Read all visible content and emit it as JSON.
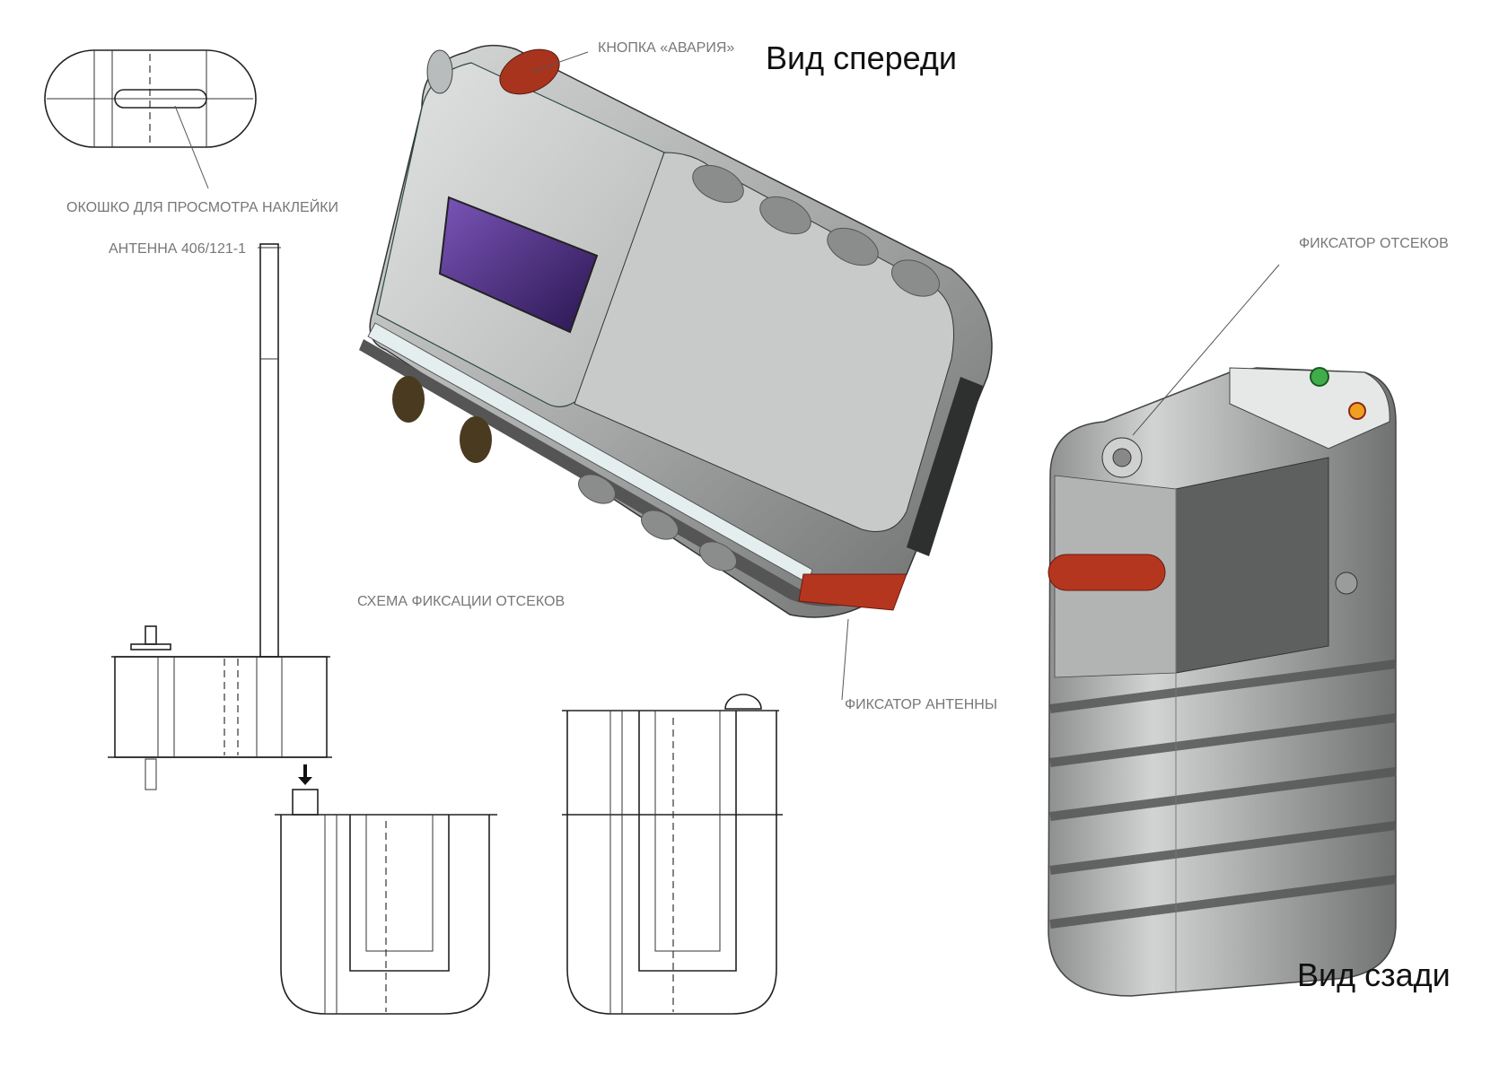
{
  "titles": {
    "front_view": "Вид спереди",
    "rear_view": "Вид сзади"
  },
  "labels": {
    "sticker_window": "ОКОШКО ДЛЯ ПРОСМОТРА НАКЛЕЙКИ",
    "antenna": "АНТЕННА 406/121-1",
    "emergency_button": "КНОПКА «АВАРИЯ»",
    "compartment_scheme": "СХЕМА ФИКСАЦИИ ОТСЕКОВ",
    "antenna_lock": "ФИКСАТОР АНТЕННЫ",
    "compartment_lock": "ФИКСАТОР ОТСЕКОВ"
  },
  "colors": {
    "body_gray": "#9a9c9c",
    "light_panel": "#c9cbcb",
    "accent_red": "#b5361f",
    "window_purple": "#4a2a78",
    "led_green": "#3fae4a",
    "led_orange": "#f0a020"
  }
}
